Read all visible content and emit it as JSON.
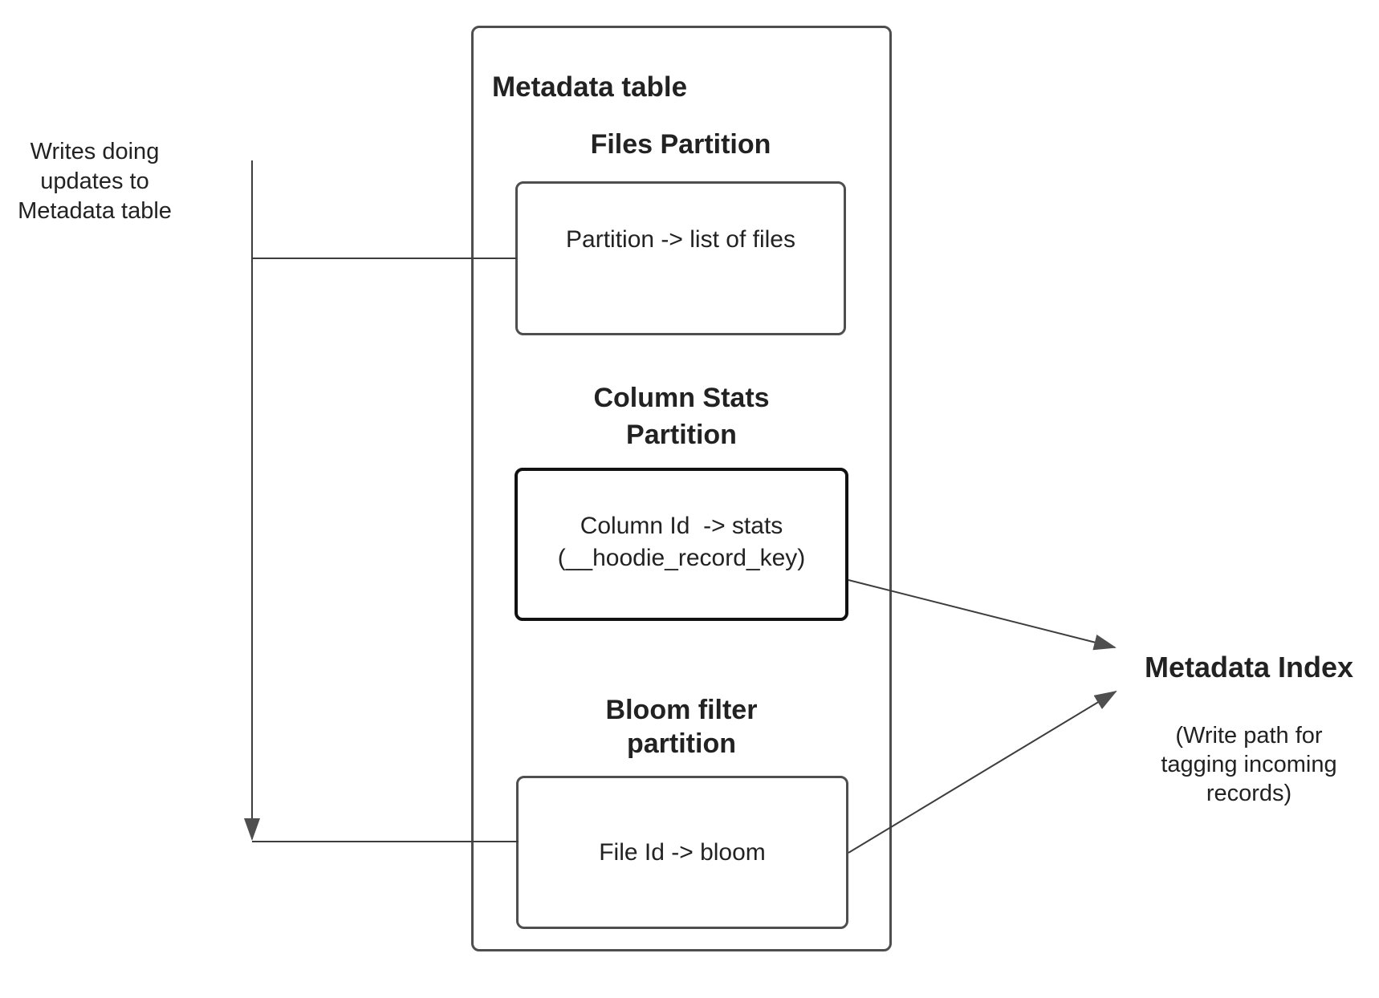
{
  "colors": {
    "background": "#ffffff",
    "box_border": "#4e4e4e",
    "emphasis_box_border": "#111111",
    "connector_line": "#3d3d3d",
    "arrowhead_fill": "#4f4f4f",
    "text": "#222222"
  },
  "annotation_left": {
    "text": "Writes doing\nupdates to\nMetadata table"
  },
  "metadata_table": {
    "title": "Metadata table",
    "files_partition": {
      "heading": "Files Partition",
      "box_text": "Partition -> list of files"
    },
    "column_stats_partition": {
      "heading": "Column Stats\nPartition",
      "box_text": "Column Id  -> stats\n(__hoodie_record_key)"
    },
    "bloom_filter_partition": {
      "heading": "Bloom filter\npartition",
      "box_text": "File Id -> bloom"
    }
  },
  "metadata_index": {
    "title": "Metadata Index",
    "subtitle": "(Write path for\ntagging incoming\nrecords)"
  }
}
